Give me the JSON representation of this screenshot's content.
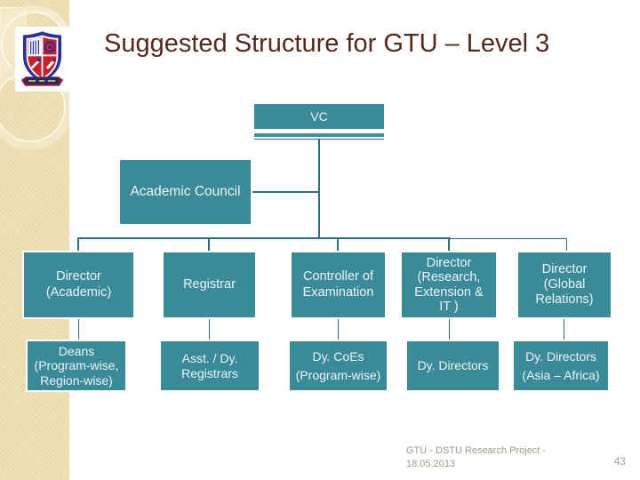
{
  "slide": {
    "title": "Suggested Structure for GTU – Level 3",
    "footer": {
      "line1": "GTU - DSTU Research Project -",
      "line2": "18.05.2013",
      "page_number": "43"
    }
  },
  "logo": {
    "icon": "gtu-university-crest"
  },
  "colors": {
    "box_teal": "#3B8A9A",
    "connector_teal": "#2D6E7E",
    "title_brown": "#54291C",
    "sidebar_beige": "#ECDEB2",
    "footer_gray": "#9C9C8C",
    "box_text": "#ECF4F4"
  },
  "org_chart": {
    "type": "org-tree",
    "root": {
      "label": "VC"
    },
    "level2": {
      "label": "Academic Council"
    },
    "level3": [
      {
        "id": "director-academic",
        "lines": [
          "Director",
          "(Academic)"
        ]
      },
      {
        "id": "registrar",
        "lines": [
          "Registrar"
        ]
      },
      {
        "id": "controller-of-examination",
        "lines": [
          "Controller of",
          "Examination"
        ]
      },
      {
        "id": "director-research-extension-it",
        "lines": [
          "Director",
          "(Research,",
          "Extension &",
          "IT )"
        ]
      },
      {
        "id": "director-global-relations",
        "lines": [
          "Director",
          "(Global",
          "Relations)"
        ]
      }
    ],
    "level4": [
      {
        "id": "deans",
        "lines": [
          "Deans",
          "(Program-wise,",
          "Region-wise)"
        ]
      },
      {
        "id": "asst-dy-registrars",
        "lines": [
          "Asst. / Dy.",
          "Registrars"
        ]
      },
      {
        "id": "dy-coes",
        "lines": [
          "Dy. CoEs",
          "(Program-wise)"
        ]
      },
      {
        "id": "dy-directors",
        "lines": [
          "Dy. Directors"
        ]
      },
      {
        "id": "dy-directors-asia-africa",
        "lines": [
          "Dy. Directors",
          "(Asia – Africa)"
        ]
      }
    ]
  }
}
